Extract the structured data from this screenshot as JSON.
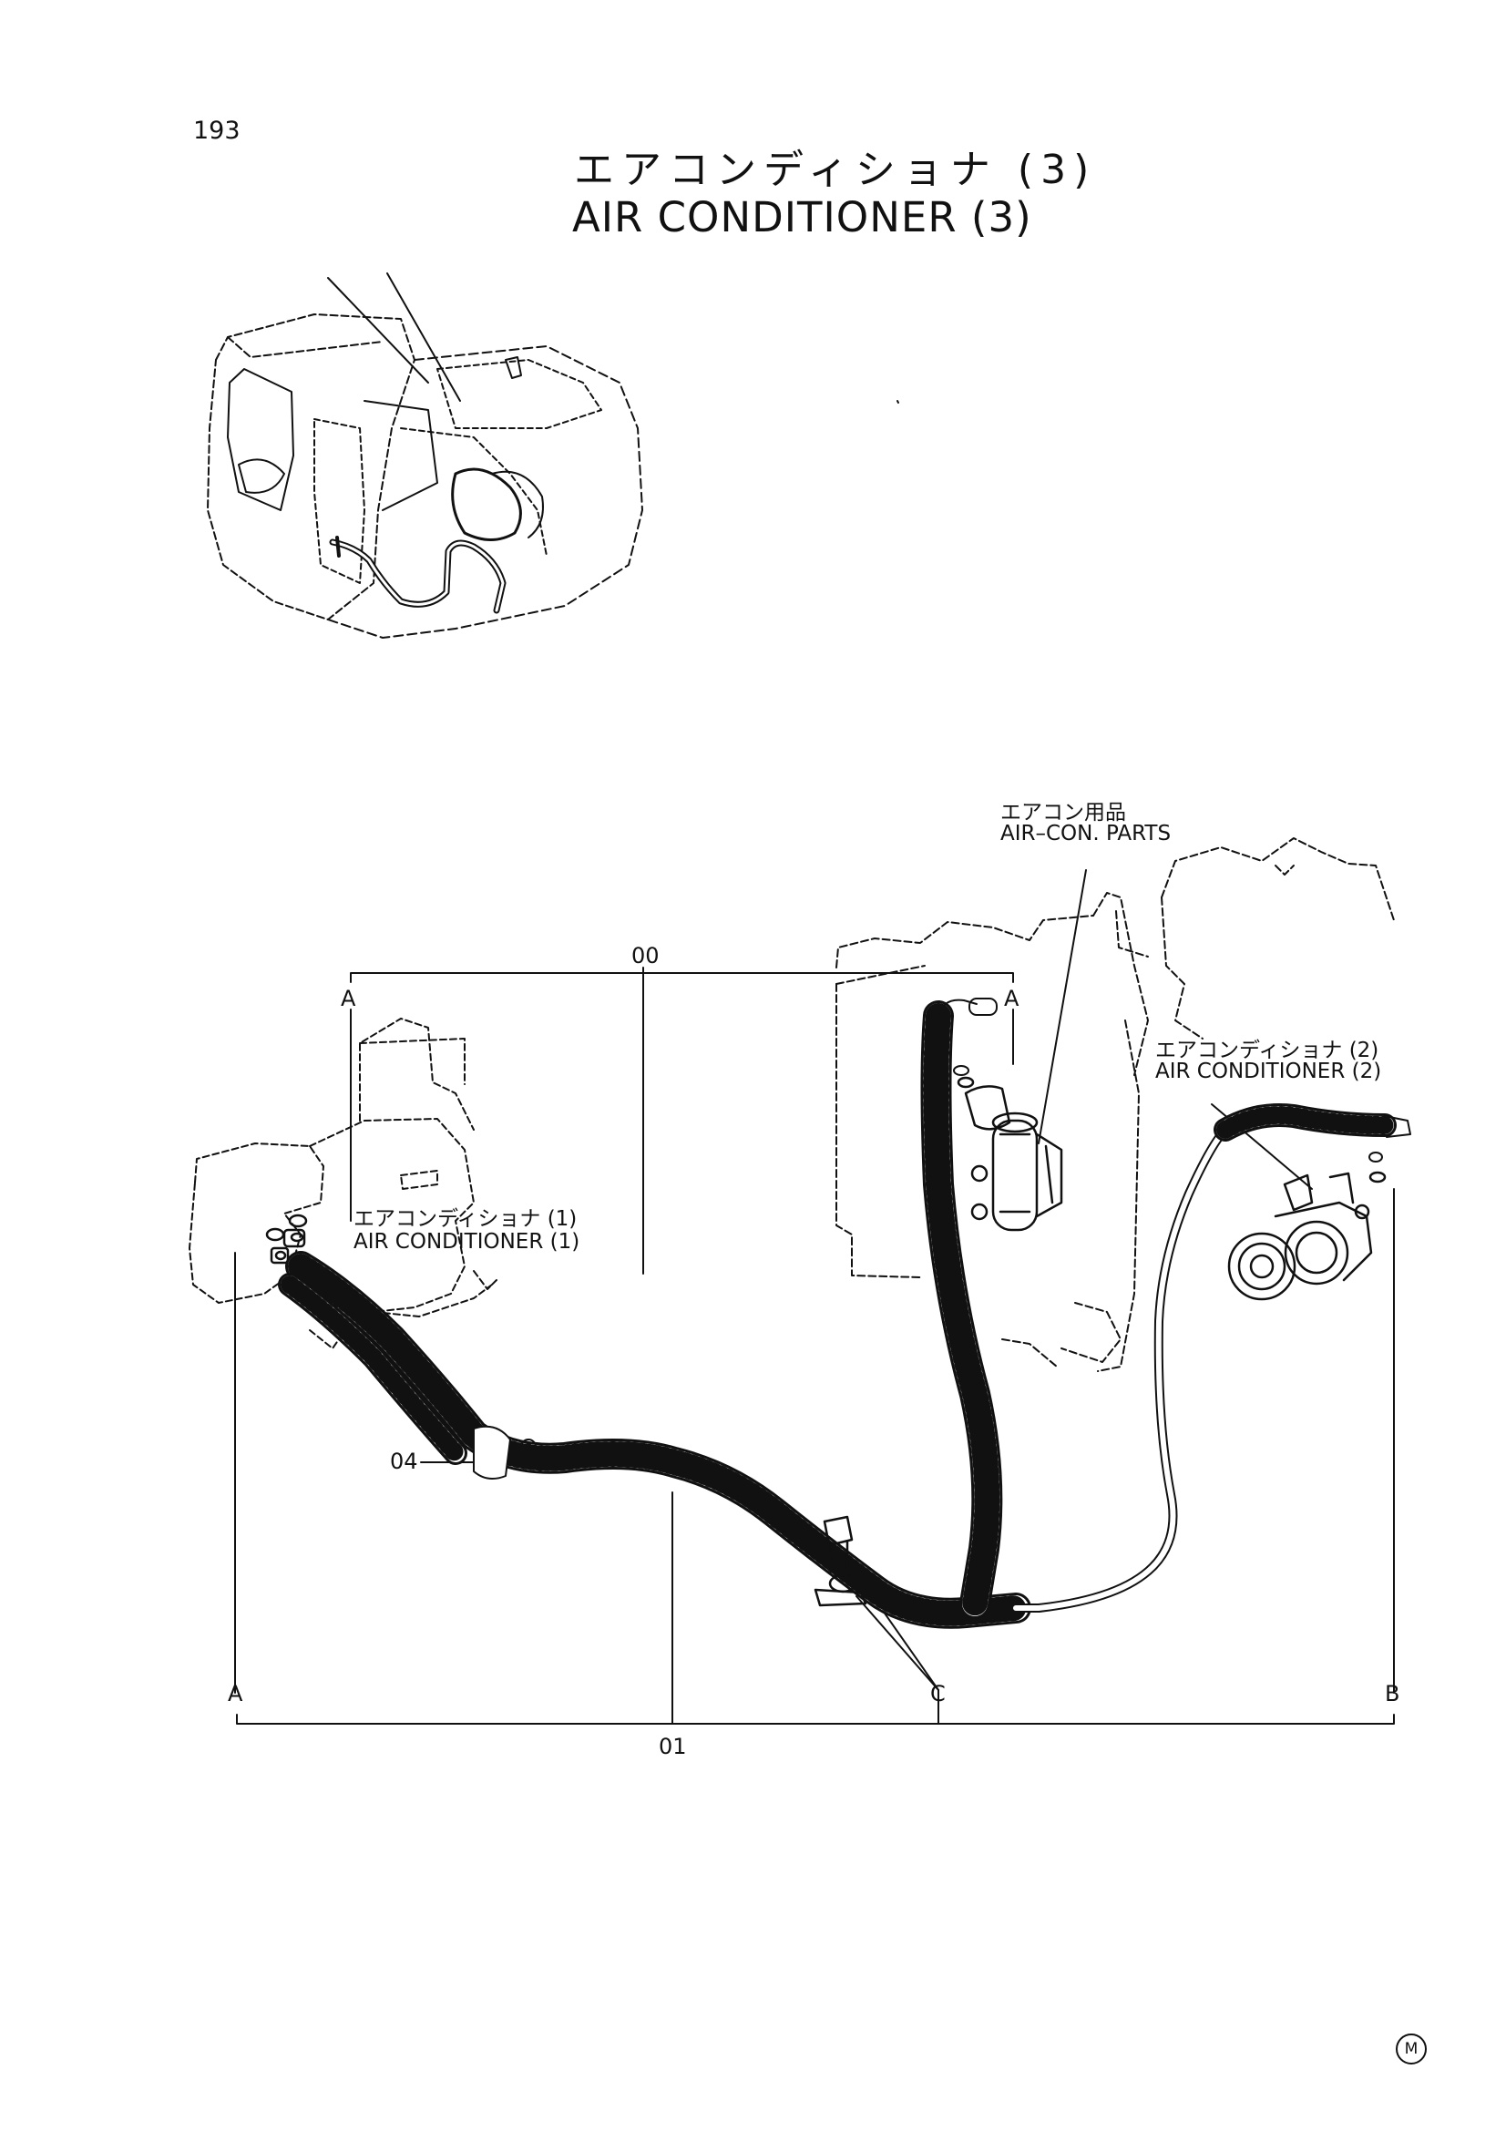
{
  "page": {
    "number": "193",
    "title_jp": "エアコンディショナ (3)",
    "title_en": "AIR CONDITIONER (3)",
    "maker_mark": "M"
  },
  "callouts": {
    "aircon_parts_jp": "エアコン用品",
    "aircon_parts_en": "AIR–CON. PARTS",
    "ac2_jp": "エアコンディショナ (2)",
    "ac2_en": "AIR CONDITIONER (2)",
    "ac1_jp": "エアコンディショナ (1)",
    "ac1_en": "AIR CONDITIONER (1)",
    "part_00": "00",
    "part_01": "01",
    "part_04": "04",
    "ref_a_top_left": "A",
    "ref_a_top_right": "A",
    "ref_a_bottom": "A",
    "ref_c": "C",
    "ref_b": "B"
  }
}
